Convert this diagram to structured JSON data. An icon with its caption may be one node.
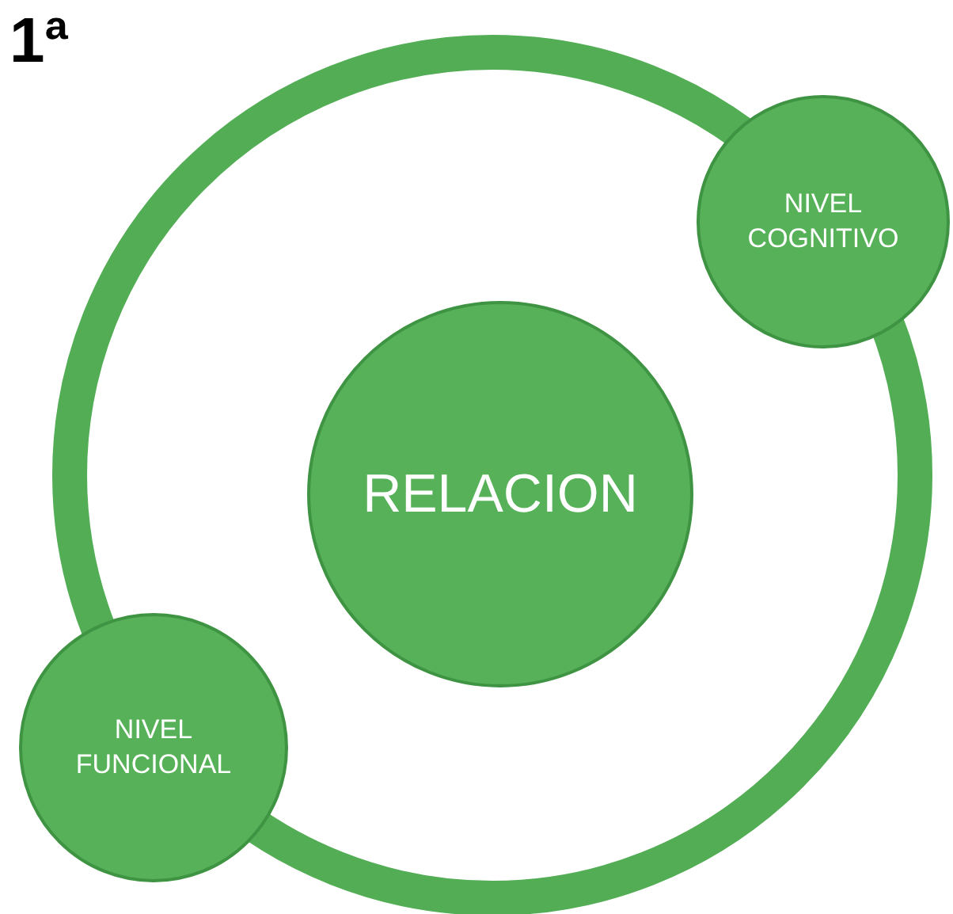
{
  "diagram": {
    "nodes": [
      {
        "text": [],
        "shape": "circle"
      },
      {
        "text": [
          "RELACION"
        ],
        "in": 0
      },
      {
        "text": [
          "NIVEL COGNITIVO"
        ]
      },
      {
        "text": [
          "NIVEL FUNCIONAL"
        ]
      }
    ],
    "labels": [
      "1ª"
    ]
  }
}
